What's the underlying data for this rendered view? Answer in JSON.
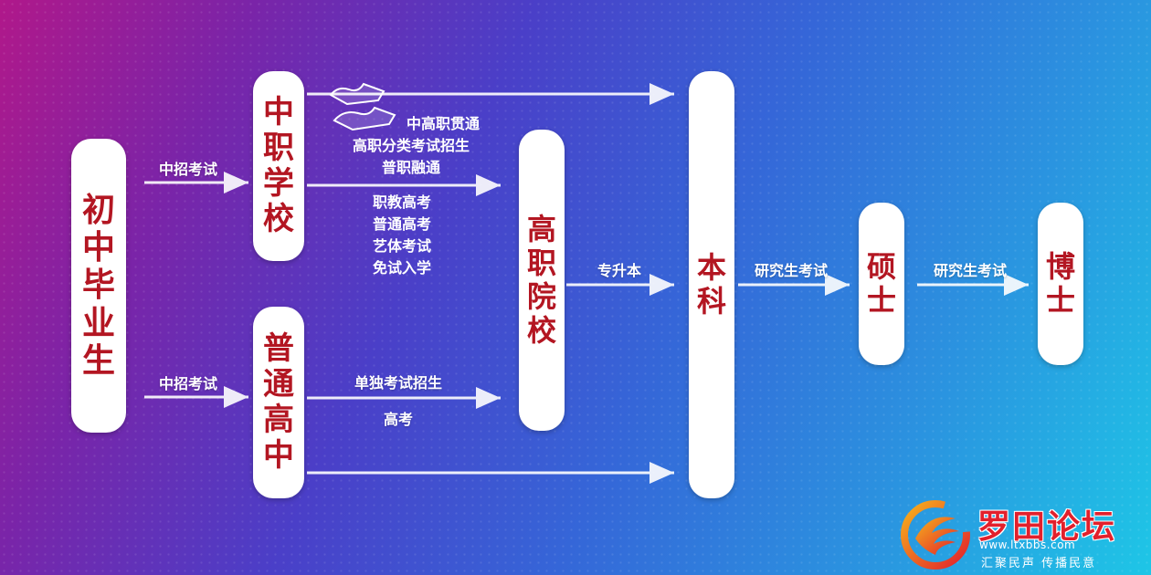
{
  "nodes": {
    "junior": "初中毕业生",
    "vocational": "中职学校",
    "highschool": "普通高中",
    "college": "高职院校",
    "bachelor": "本科",
    "master": "硕士",
    "doctor": "博士"
  },
  "edges": {
    "zhongzhao_top": "中招考试",
    "zhongzhao_bottom": "中招考试",
    "vocational_to_bachelor": [
      "中高职贯通",
      "高职分类考试招生",
      "普职融通"
    ],
    "vocational_to_college": [
      "职教高考",
      "普通高考",
      "艺体考试",
      "免试入学"
    ],
    "highschool_to_college": [
      "单独考试招生",
      "高考"
    ],
    "college_to_bachelor": "专升本",
    "bachelor_to_master": "研究生考试",
    "master_to_doctor": "研究生考试"
  },
  "logo": {
    "title": "罗田论坛",
    "url": "www.ltxbbs.com",
    "slogan": "汇聚民声 传播民意"
  },
  "colors": {
    "box_fill": "#ffffff",
    "box_text": "#b31622",
    "arrow": "#ffffff",
    "logo_red": "#e2202c"
  }
}
